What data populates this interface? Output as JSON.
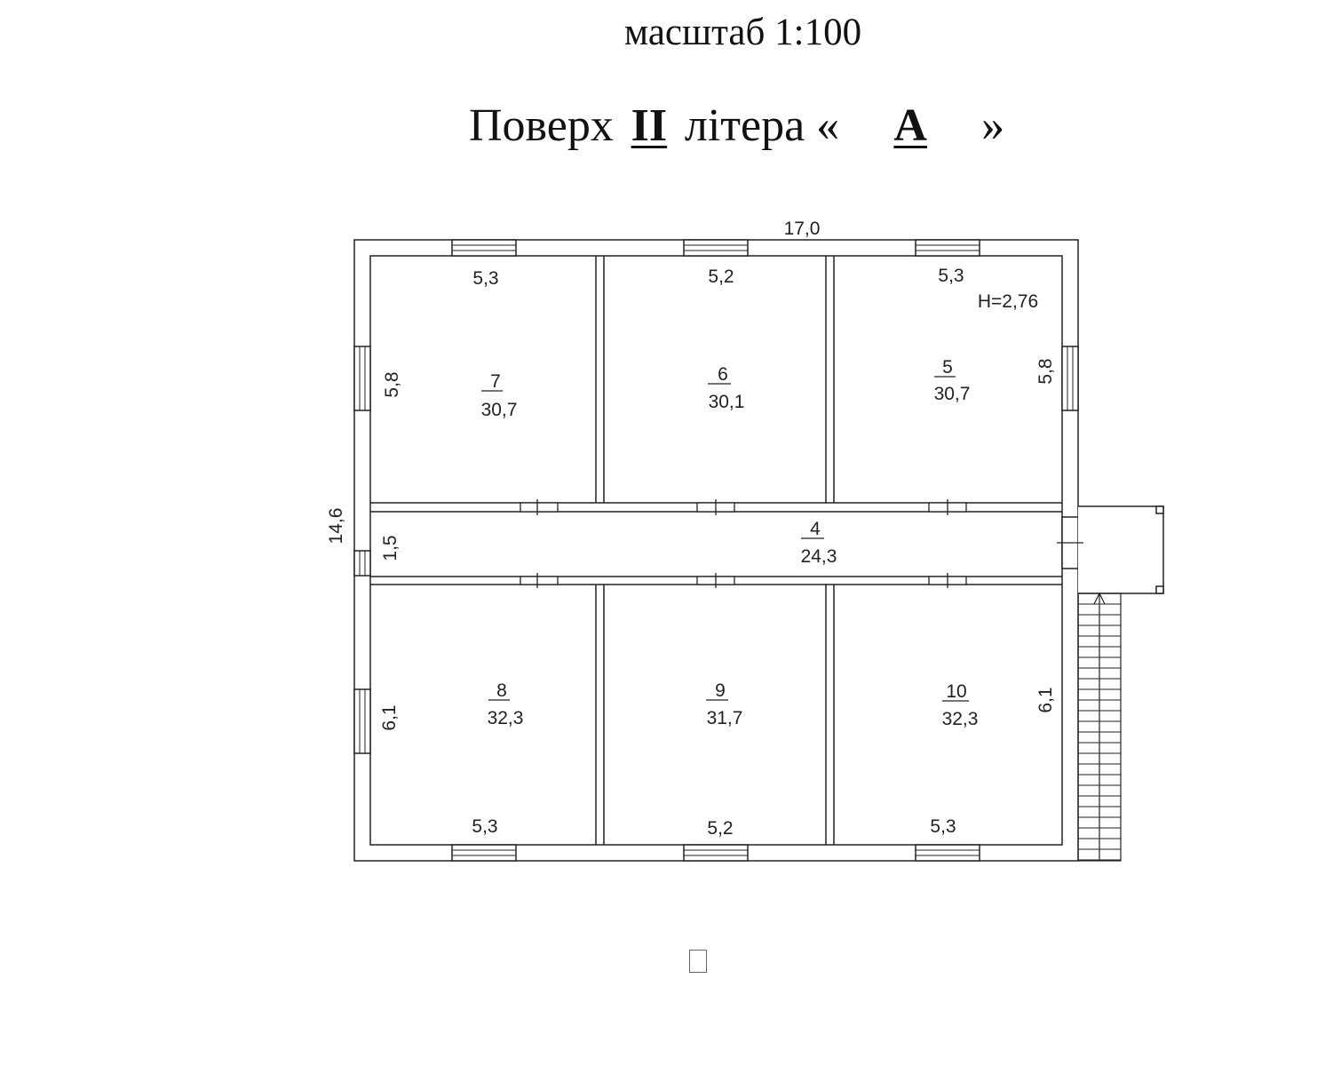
{
  "header": {
    "scale": "масштаб 1:100",
    "floor_prefix": "Поверх",
    "floor_number": "II",
    "letter_prefix": "літера «",
    "letter": "А",
    "letter_suffix": "»"
  },
  "plan": {
    "overall_width": "17,0",
    "overall_depth": "14,6",
    "ceiling_height": "H=2,76",
    "rooms": [
      {
        "id": "room-7",
        "number": "7",
        "area": "30,7",
        "width": "5,3",
        "depth": "5,8"
      },
      {
        "id": "room-6",
        "number": "6",
        "area": "30,1",
        "width": "5,2"
      },
      {
        "id": "room-5",
        "number": "5",
        "area": "30,7",
        "width": "5,3",
        "depth": "5,8"
      },
      {
        "id": "room-4",
        "number": "4",
        "area": "24,3",
        "depth": "1,5"
      },
      {
        "id": "room-8",
        "number": "8",
        "area": "32,3",
        "width": "5,3",
        "depth": "6,1"
      },
      {
        "id": "room-9",
        "number": "9",
        "area": "31,7",
        "width": "5,2"
      },
      {
        "id": "room-10",
        "number": "10",
        "area": "32,3",
        "width": "5,3",
        "depth": "6,1"
      }
    ]
  }
}
